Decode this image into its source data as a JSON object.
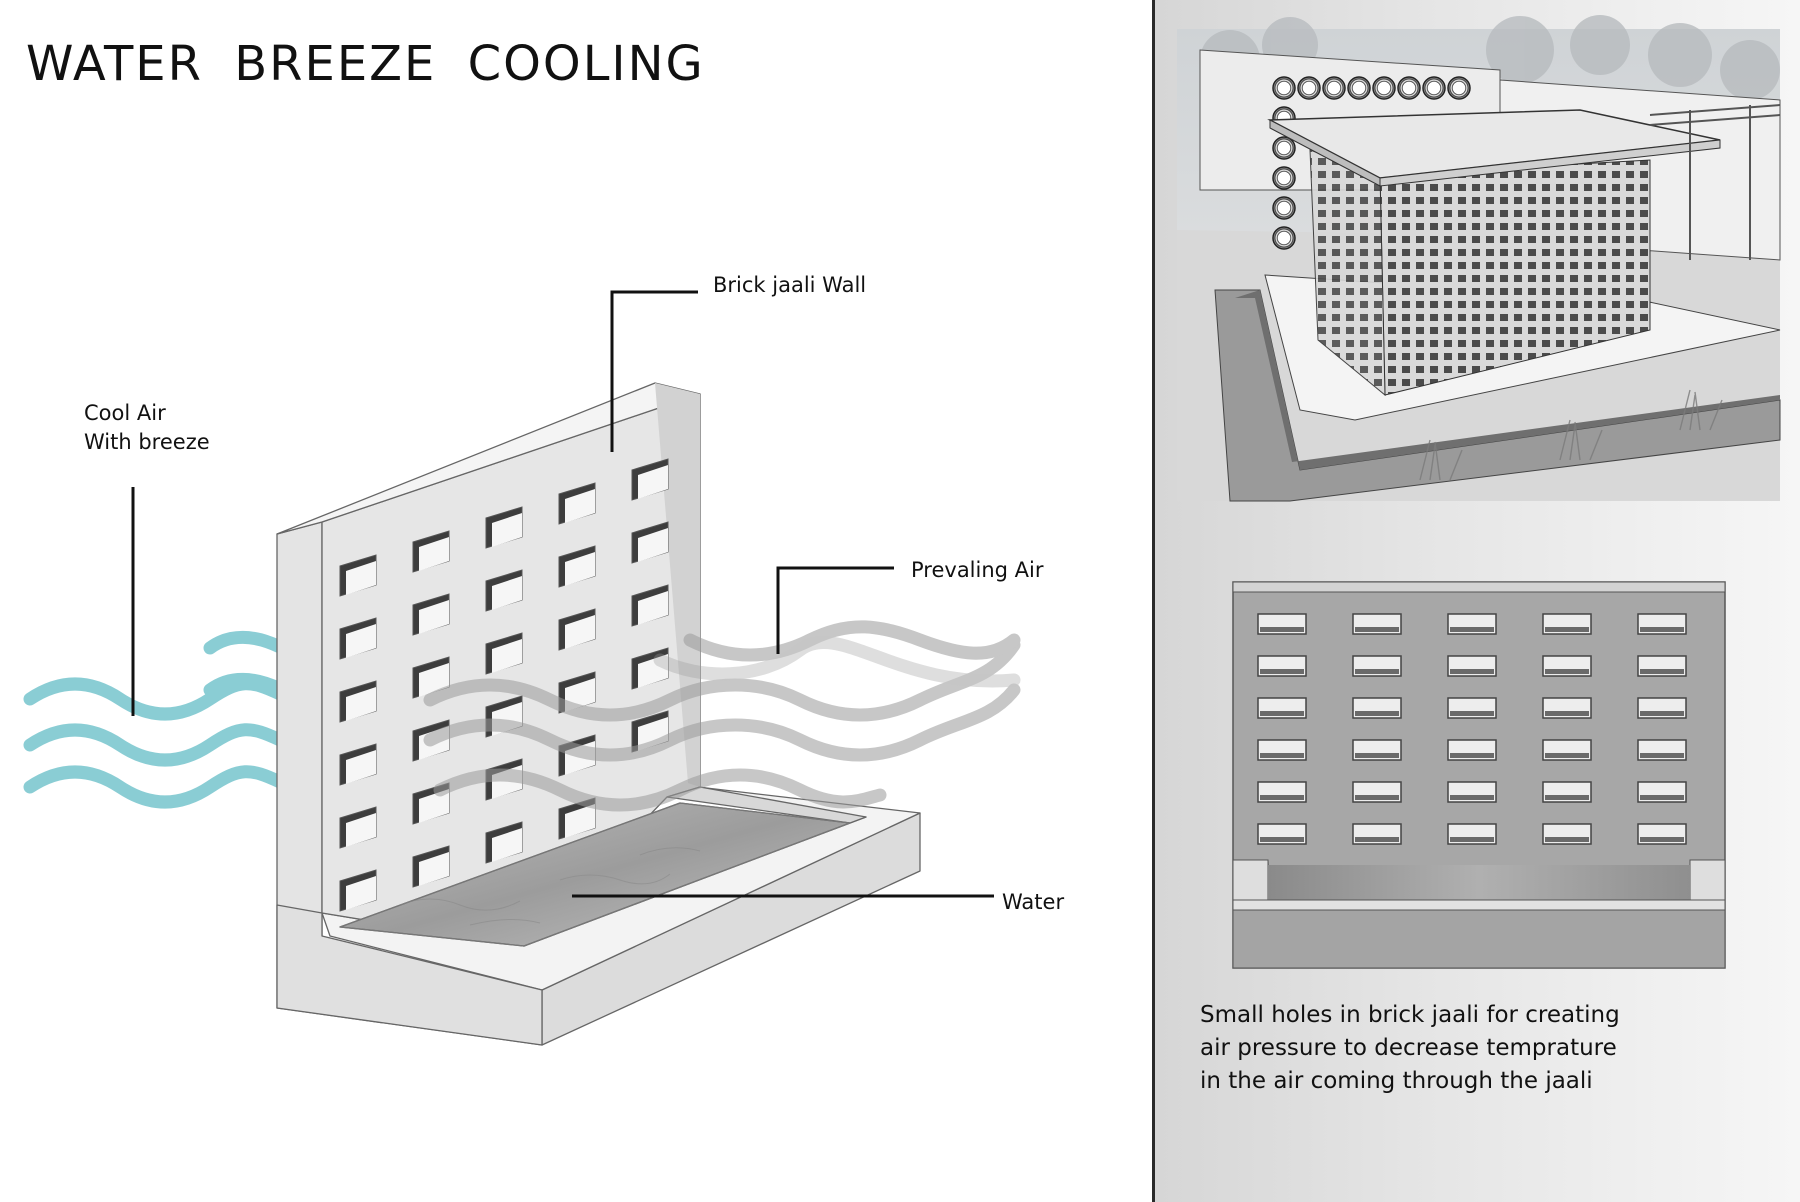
{
  "title": "WATER  BREEZE  COOLING",
  "labels": {
    "cool_air_line1": "Cool Air",
    "cool_air_line2": "With breeze",
    "brick_jaali_wall": "Brick jaali Wall",
    "prevailing_air": "Prevaling Air",
    "water": "Water"
  },
  "caption": {
    "line1": "Small holes in brick jaali for creating",
    "line2": " air pressure to decrease temprature",
    "line3": " in the air coming through the  jaali"
  },
  "colors": {
    "cool_air": "#7ec8d0",
    "prevailing_air": "#9a9a9a",
    "wall_front": "#e3e3e3",
    "wall_top": "#f2f2f2",
    "wall_side": "#cfcfcf",
    "water": "#a9a9a9",
    "elevation_wall": "#a7a7a7"
  },
  "icons": {
    "cool_air": "wave-lines-icon",
    "prevailing_air": "wave-lines-icon",
    "render": "building-render-icon"
  }
}
